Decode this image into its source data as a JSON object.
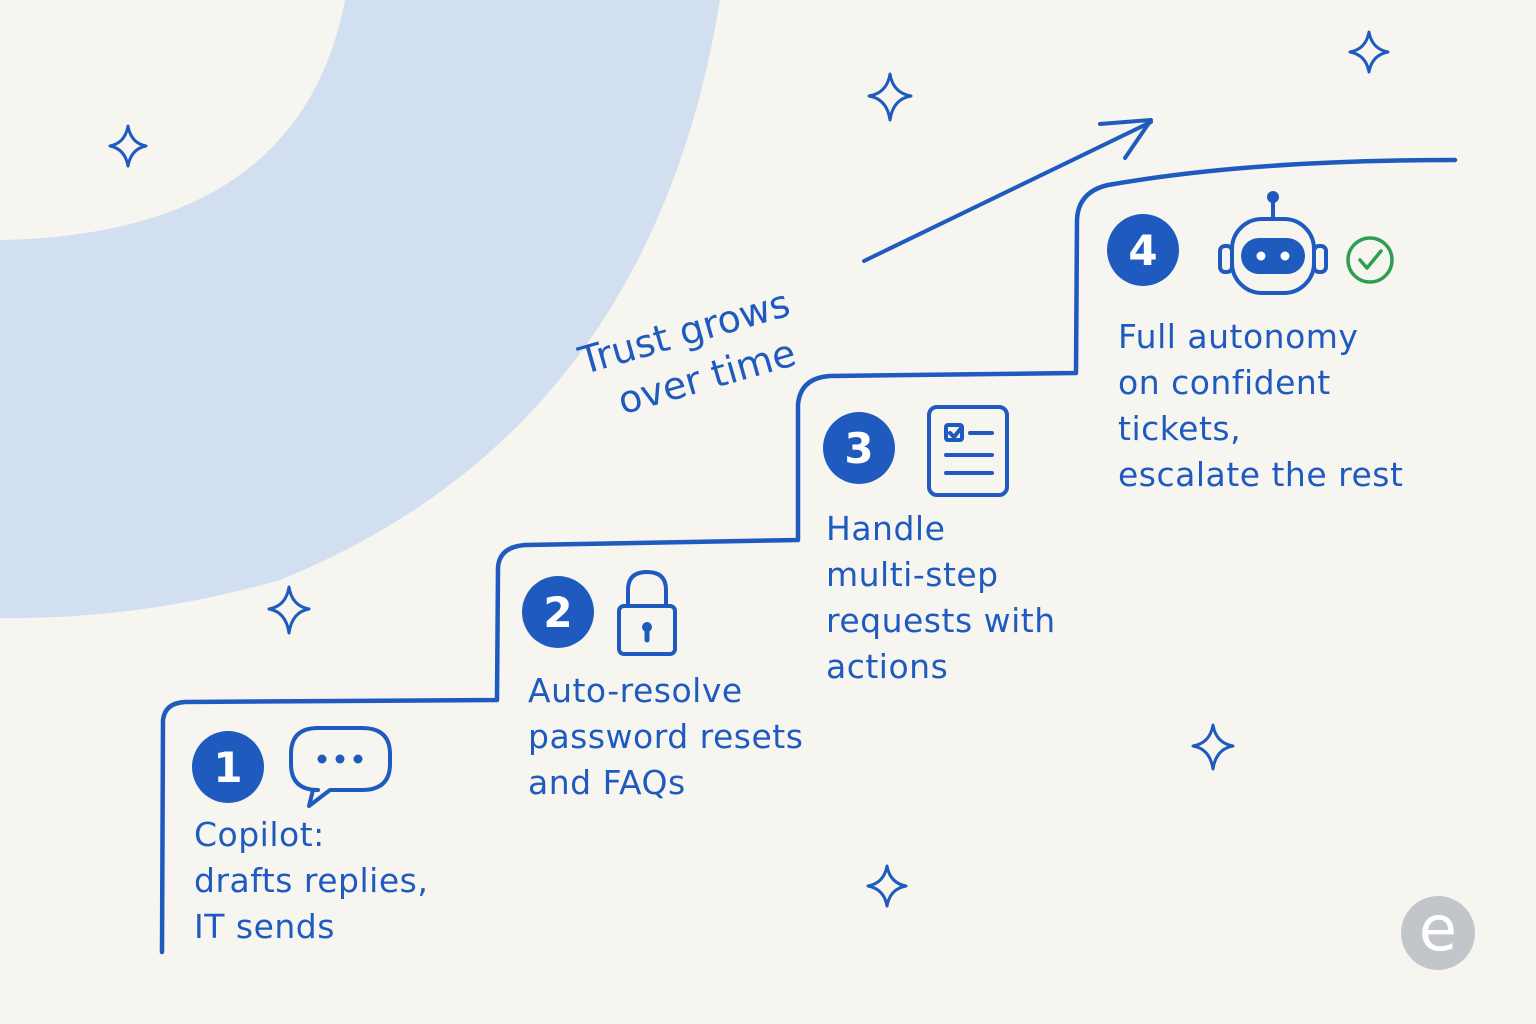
{
  "colors": {
    "background": "#f7f5ef",
    "arc": "#d2dff1",
    "ink": "#1f5bbf",
    "check": "#2e9e4f",
    "logo": "#c2c5ca"
  },
  "trust_label": {
    "line1": "Trust grows",
    "line2": "over time"
  },
  "steps": [
    {
      "number": "1",
      "icon": "chat-bubble-icon",
      "text": "Copilot:\ndrafts replies,\nIT sends"
    },
    {
      "number": "2",
      "icon": "padlock-icon",
      "text": "Auto-resolve\npassword resets\nand FAQs"
    },
    {
      "number": "3",
      "icon": "checklist-icon",
      "text": "Handle\nmulti-step\nrequests with\nactions"
    },
    {
      "number": "4",
      "icon": "robot-icon",
      "text": "Full autonomy\non confident\ntickets,\nescalate the rest"
    }
  ],
  "logo": {
    "letter": "e",
    "icon": "brand-logo-icon"
  }
}
